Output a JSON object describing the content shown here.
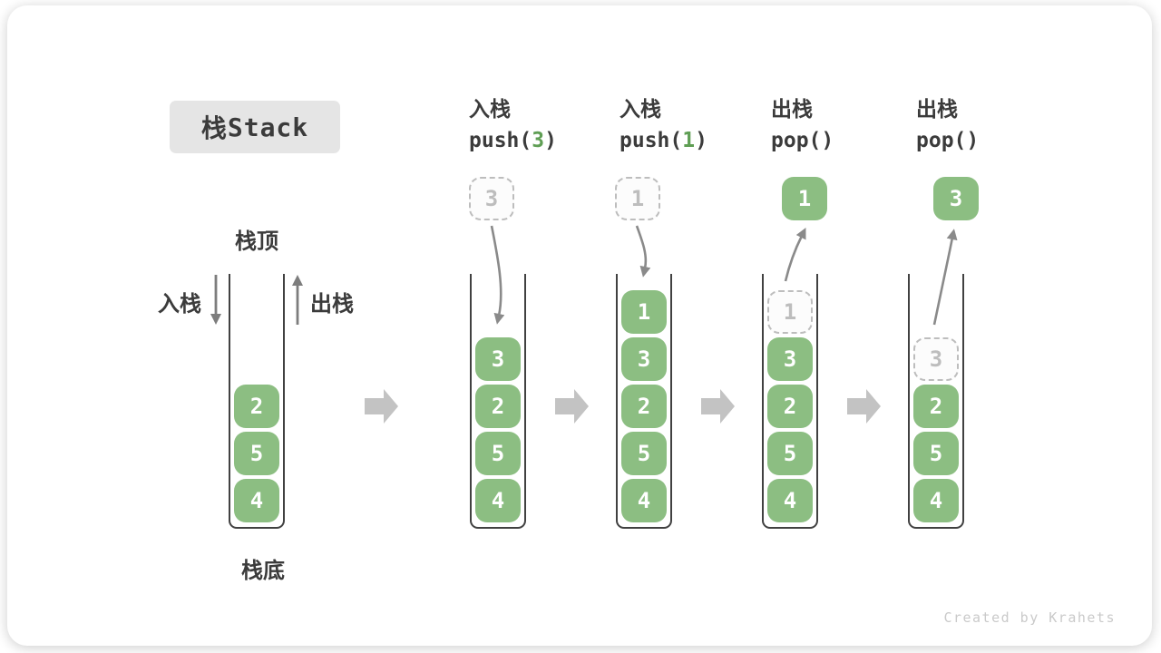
{
  "title": {
    "zh": "栈",
    "en": " Stack"
  },
  "legend": {
    "stack_top": "栈顶",
    "stack_bottom": "栈底",
    "push_label": "入栈",
    "pop_label": "出栈"
  },
  "operations": [
    {
      "name": "op-push-3",
      "line1": "入栈",
      "code": [
        {
          "t": "push(",
          "green": false
        },
        {
          "t": "3",
          "green": true
        },
        {
          "t": ")",
          "green": false
        }
      ]
    },
    {
      "name": "op-push-1",
      "line1": "入栈",
      "code": [
        {
          "t": "push(",
          "green": false
        },
        {
          "t": "1",
          "green": true
        },
        {
          "t": ")",
          "green": false
        }
      ]
    },
    {
      "name": "op-pop-first",
      "line1": "出栈",
      "code": [
        {
          "t": "pop()",
          "green": false
        }
      ]
    },
    {
      "name": "op-pop-second",
      "line1": "出栈",
      "code": [
        {
          "t": "pop()",
          "green": false
        }
      ]
    }
  ],
  "stacks": [
    {
      "name": "stack-initial",
      "blocks": [
        {
          "value": "2",
          "row": 2,
          "style": "solid"
        },
        {
          "value": "5",
          "row": 3,
          "style": "solid"
        },
        {
          "value": "4",
          "row": 4,
          "style": "solid"
        }
      ]
    },
    {
      "name": "stack-after-push-3",
      "floating": {
        "value": "3",
        "style": "dashed"
      },
      "blocks": [
        {
          "value": "3",
          "row": 1,
          "style": "solid"
        },
        {
          "value": "2",
          "row": 2,
          "style": "solid"
        },
        {
          "value": "5",
          "row": 3,
          "style": "solid"
        },
        {
          "value": "4",
          "row": 4,
          "style": "solid"
        }
      ]
    },
    {
      "name": "stack-after-push-1",
      "floating": {
        "value": "1",
        "style": "dashed"
      },
      "blocks": [
        {
          "value": "1",
          "row": 0,
          "style": "solid"
        },
        {
          "value": "3",
          "row": 1,
          "style": "solid"
        },
        {
          "value": "2",
          "row": 2,
          "style": "solid"
        },
        {
          "value": "5",
          "row": 3,
          "style": "solid"
        },
        {
          "value": "4",
          "row": 4,
          "style": "solid"
        }
      ]
    },
    {
      "name": "stack-after-pop-first",
      "floating": {
        "value": "1",
        "style": "solid"
      },
      "blocks": [
        {
          "value": "1",
          "row": 0,
          "style": "ghost"
        },
        {
          "value": "3",
          "row": 1,
          "style": "solid"
        },
        {
          "value": "2",
          "row": 2,
          "style": "solid"
        },
        {
          "value": "5",
          "row": 3,
          "style": "solid"
        },
        {
          "value": "4",
          "row": 4,
          "style": "solid"
        }
      ]
    },
    {
      "name": "stack-after-pop-second",
      "floating": {
        "value": "3",
        "style": "solid"
      },
      "blocks": [
        {
          "value": "3",
          "row": 1,
          "style": "ghost"
        },
        {
          "value": "2",
          "row": 2,
          "style": "solid"
        },
        {
          "value": "5",
          "row": 3,
          "style": "solid"
        },
        {
          "value": "4",
          "row": 4,
          "style": "solid"
        }
      ]
    }
  ],
  "watermark": "Created by Krahets",
  "colors": {
    "green": "#8CBE82",
    "green_dark": "#5F9E54",
    "dark": "#3B3B3B",
    "outline": "#414141",
    "arrow_grey": "#8A8A8A",
    "block_arrow_grey": "#C3C3C3",
    "dashed_grey": "#BDBDBD",
    "ghost_text": "#BDBDBD",
    "title_bg": "#E5E5E5",
    "watermark": "#CACACA"
  }
}
